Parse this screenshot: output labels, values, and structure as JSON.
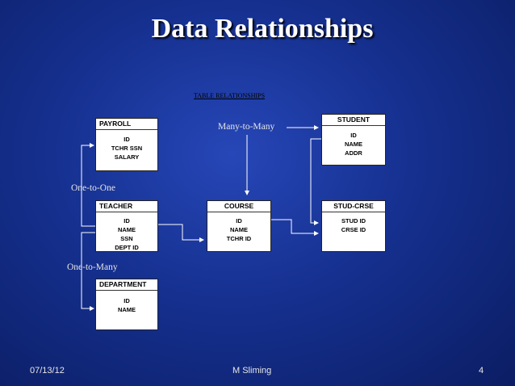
{
  "slide": {
    "title": "Data Relationships",
    "subtitle": "TABLE RELATIONSHIPS"
  },
  "entities": {
    "payroll": {
      "name": "PAYROLL",
      "fields": [
        "ID",
        "TCHR SSN",
        "SALARY"
      ]
    },
    "student": {
      "name": "STUDENT",
      "fields": [
        "ID",
        "NAME",
        "ADDR"
      ]
    },
    "teacher": {
      "name": "TEACHER",
      "fields": [
        "ID",
        "NAME",
        "SSN",
        "DEPT ID"
      ]
    },
    "course": {
      "name": "COURSE",
      "fields": [
        "ID",
        "NAME",
        "TCHR ID"
      ]
    },
    "stud_crse": {
      "name": "STUD-CRSE",
      "fields": [
        "STUD ID",
        "CRSE ID"
      ]
    },
    "department": {
      "name": "DEPARTMENT",
      "fields": [
        "ID",
        "NAME"
      ]
    }
  },
  "relationships": {
    "many_to_many": "Many-to-Many",
    "one_to_one": "One-to-One",
    "one_to_many": "One-to-Many"
  },
  "footer": {
    "date": "07/13/12",
    "author": "M Sliming",
    "page": "4"
  },
  "colors": {
    "background": "#15308f",
    "title": "#ffffff",
    "connector": "#ffffff"
  }
}
